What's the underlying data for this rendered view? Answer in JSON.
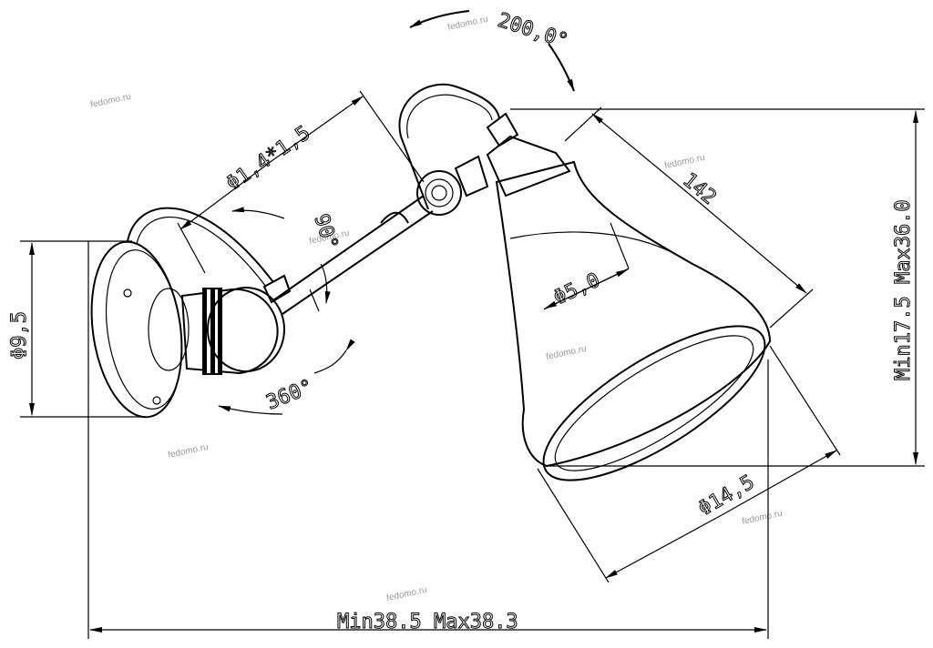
{
  "drawing": {
    "dimensions": {
      "rotation_angle": "200,0°",
      "arm_size": "Φ1,4*1,5",
      "tilt_angle": "90°",
      "base_diameter": "Φ9,5",
      "swivel_angle": "360°",
      "shade_length": "142",
      "socket_diameter": "Φ5,0",
      "shade_diameter": "Φ14,5",
      "height": "Min17.5 Max36.0",
      "projection": "Min38.5 Max38.3"
    },
    "watermark": "fedomo.ru"
  }
}
